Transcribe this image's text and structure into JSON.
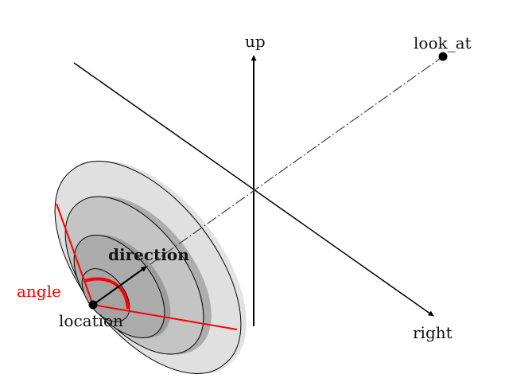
{
  "labels": {
    "up": "up",
    "look_at": "look_at",
    "right": "right",
    "direction": "direction",
    "angle": "angle",
    "location": "location"
  },
  "colors": {
    "angle": "#ff0000",
    "axes": "#000000"
  }
}
